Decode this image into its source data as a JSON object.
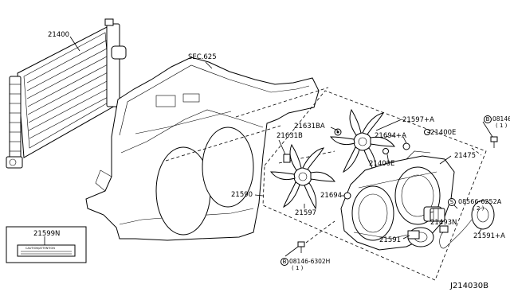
{
  "labels": {
    "radiator": "21400",
    "section_ref": "SEC.625",
    "motor_a": "21597+A",
    "bolt_top": "08146-6302H",
    "bolt_top_qty": "( 1 )",
    "bracket_top": "21631BA",
    "grommet_a": "21694+A",
    "clip_e_top": "21400E",
    "bracket": "21631B",
    "shroud": "21475",
    "clip_e_mid": "21400E",
    "screw": "08566-6252A",
    "screw_qty": "( 2 )",
    "shroud_assy": "21590",
    "grommet": "21694",
    "resistor": "21493N",
    "fan_left": "21597",
    "motor_cap": "21591+A",
    "caution_label_part": "21599N",
    "caution_label_text": "CAUTION/ATTENTION",
    "motor": "21591",
    "bolt_bottom": "08146-6302H",
    "bolt_bottom_qty": "( 1 )",
    "diagram_id": "J214030B"
  },
  "markers": {
    "bolt_top": "B",
    "bolt_bottom": "B",
    "screw": "S"
  }
}
